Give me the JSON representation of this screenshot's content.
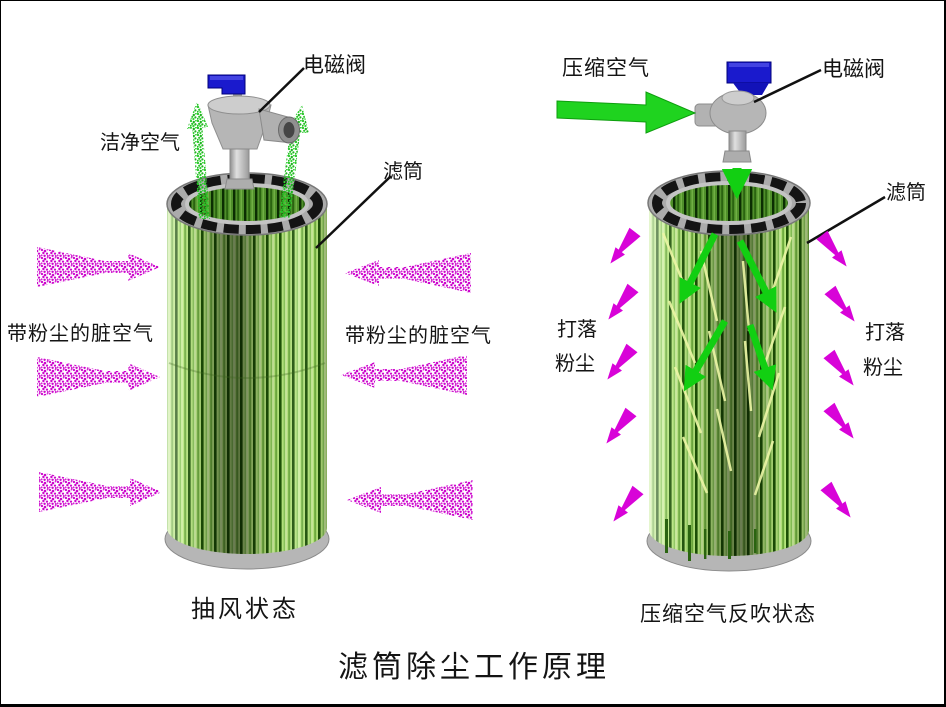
{
  "title": "滤筒除尘工作原理",
  "left_panel": {
    "caption": "抽风状态",
    "labels": {
      "solenoid_valve": "电磁阀",
      "clean_air": "洁净空气",
      "filter_cartridge": "滤筒",
      "dirty_air_outer": "带粉尘的脏空气",
      "dirty_air_inner": "带粉尘的脏空气"
    }
  },
  "right_panel": {
    "caption": "压缩空气反吹状态",
    "labels": {
      "compressed_air": "压缩空气",
      "solenoid_valve": "电磁阀",
      "filter_cartridge": "滤筒",
      "dust_left": [
        "打落",
        "粉尘"
      ],
      "dust_right": [
        "打落",
        "粉尘"
      ]
    }
  },
  "colors": {
    "dust_magenta": "#cc06cc",
    "air_green": "#1fd31f",
    "cartridge_green_light": "#b7e77d",
    "cartridge_green_dark": "#1d5206",
    "solenoid_blue": "#1a1acd",
    "metal_gray": "#b4b4b4"
  }
}
